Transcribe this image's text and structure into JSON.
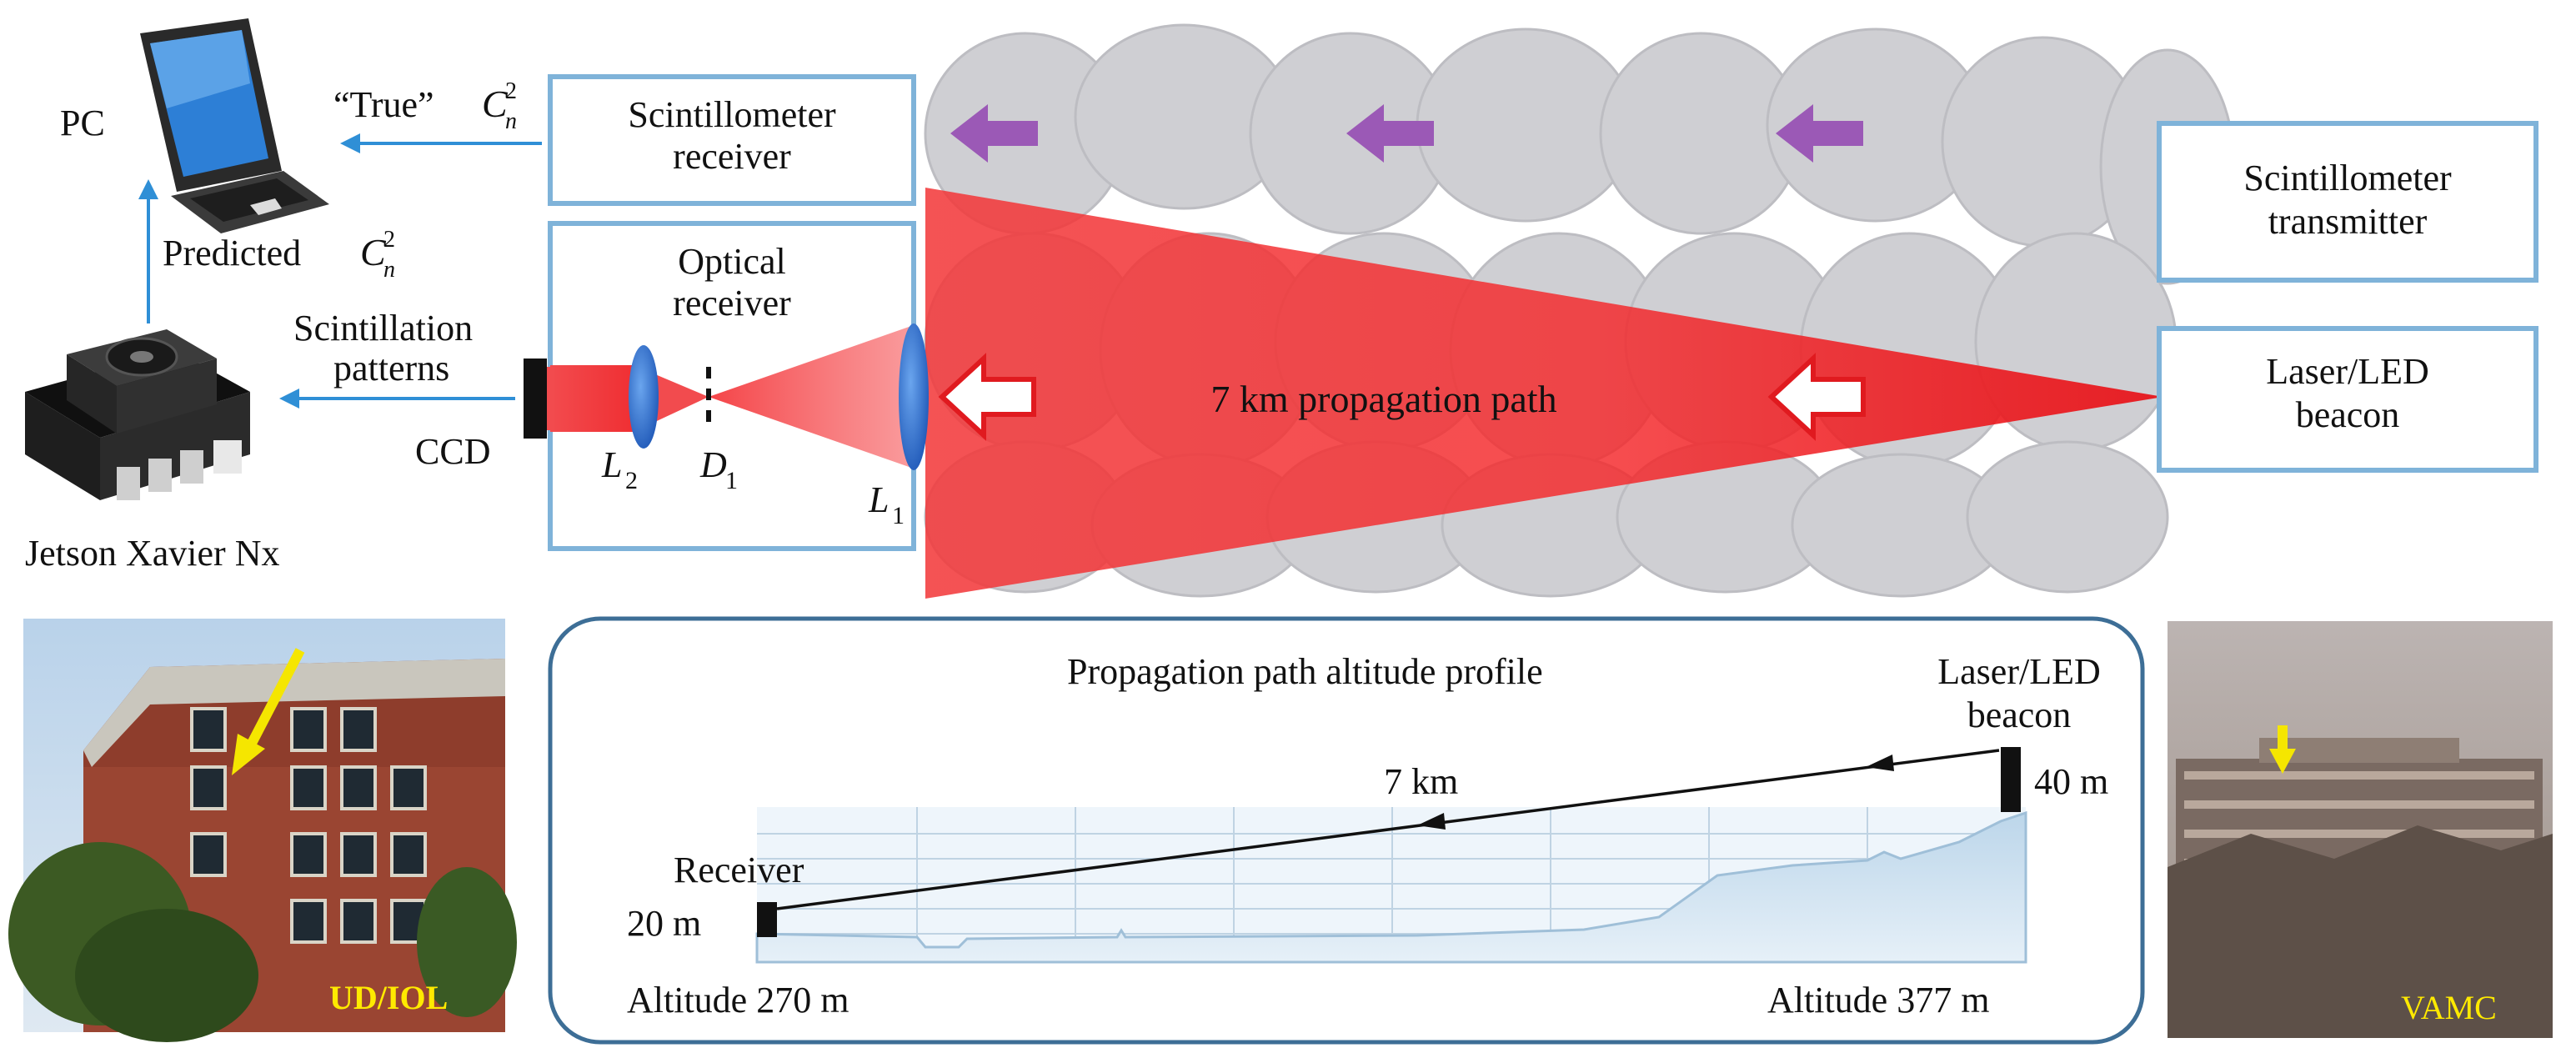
{
  "colors": {
    "box_stroke": "#7fb3d9",
    "arrow_blue": "#2f8fd6",
    "beam_red": "#f4282b",
    "turbulence_gray": "#c8c8cc",
    "purple_arrow": "#9b59b6",
    "lens_blue": "#2e6fcc",
    "label_yellow": "#ffea00",
    "terrain_fill": "#d9e8f3",
    "yellow_arrow": "#f5e600"
  },
  "top": {
    "pc_label": "PC",
    "true_cn2_prefix": "“True”",
    "cn2_symbol": "C",
    "cn2_sub": "n",
    "cn2_sup": "2",
    "predicted_prefix": "Predicted",
    "scint_receiver_line1": "Scintillometer",
    "scint_receiver_line2": "receiver",
    "scint_transmitter_line1": "Scintillometer",
    "scint_transmitter_line2": "transmitter",
    "optical_receiver_line1": "Optical",
    "optical_receiver_line2": "receiver",
    "scint_patterns_line1": "Scintillation",
    "scint_patterns_line2": "patterns",
    "ccd_label": "CCD",
    "jetson_label": "Jetson Xavier Nx",
    "l2_main": "L",
    "l2_sub": "2",
    "d1_main": "D",
    "d1_sub": "1",
    "l1_main": "L",
    "l1_sub": "1",
    "path_label": "7 km propagation path",
    "beacon_line1": "Laser/LED",
    "beacon_line2": "beacon"
  },
  "bottom": {
    "left_photo_label": "UD/IOL",
    "right_photo_label": "VAMC",
    "profile_title": "Propagation path altitude profile",
    "beacon_line1": "Laser/LED",
    "beacon_line2": "beacon",
    "beacon_height": "40 m",
    "distance_label": "7 km",
    "receiver_label": "Receiver",
    "receiver_height": "20 m",
    "alt_left": "Altitude 270 m",
    "alt_right": "Altitude 377 m"
  }
}
